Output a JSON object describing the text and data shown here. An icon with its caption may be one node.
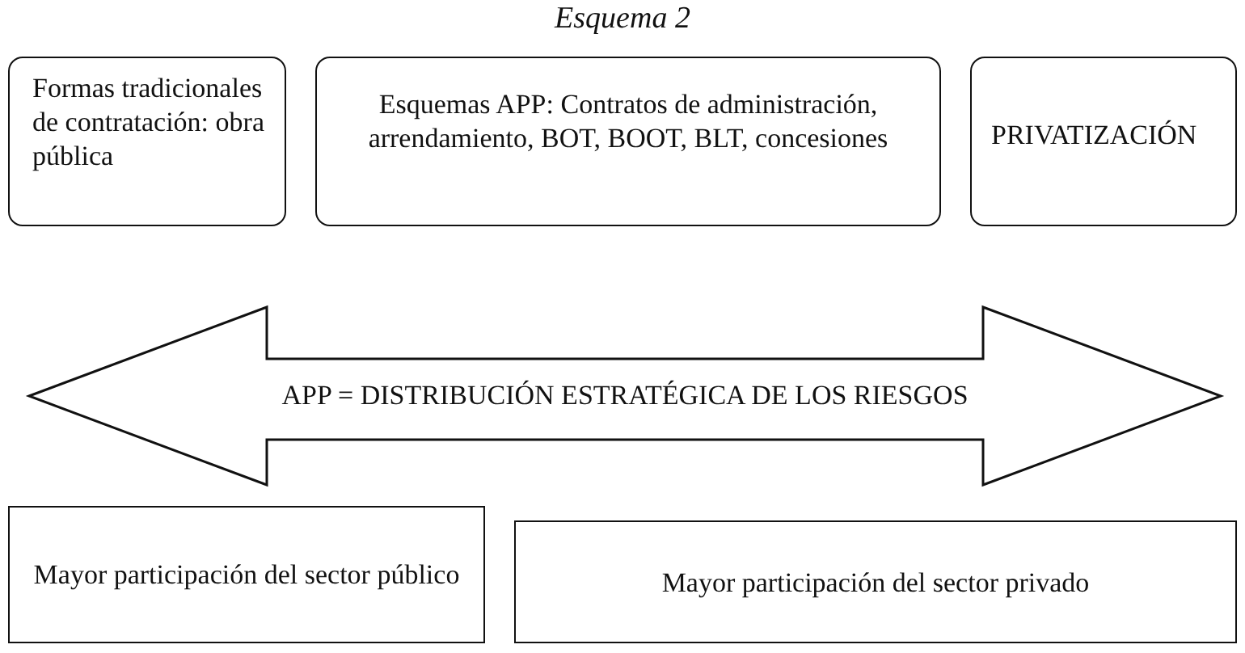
{
  "diagram": {
    "title": "Esquema 2",
    "nodes": [
      {
        "text": [
          "Formas tradicionales de contratación: obra pública"
        ]
      },
      {
        "text": [
          "Esquemas APP: Contratos de administración, arrendamiento, BOT, BOOT, BLT, concesiones"
        ]
      },
      {
        "text": [
          "PRIVATIZACIÓN"
        ]
      },
      {
        "text": [
          "APP = DISTRIBUCIÓN ESTRATÉGICA DE LOS RIESGOS"
        ]
      },
      {
        "text": [
          "Mayor participación del sector público"
        ]
      },
      {
        "text": [
          "Mayor participación del sector privado"
        ]
      }
    ]
  }
}
